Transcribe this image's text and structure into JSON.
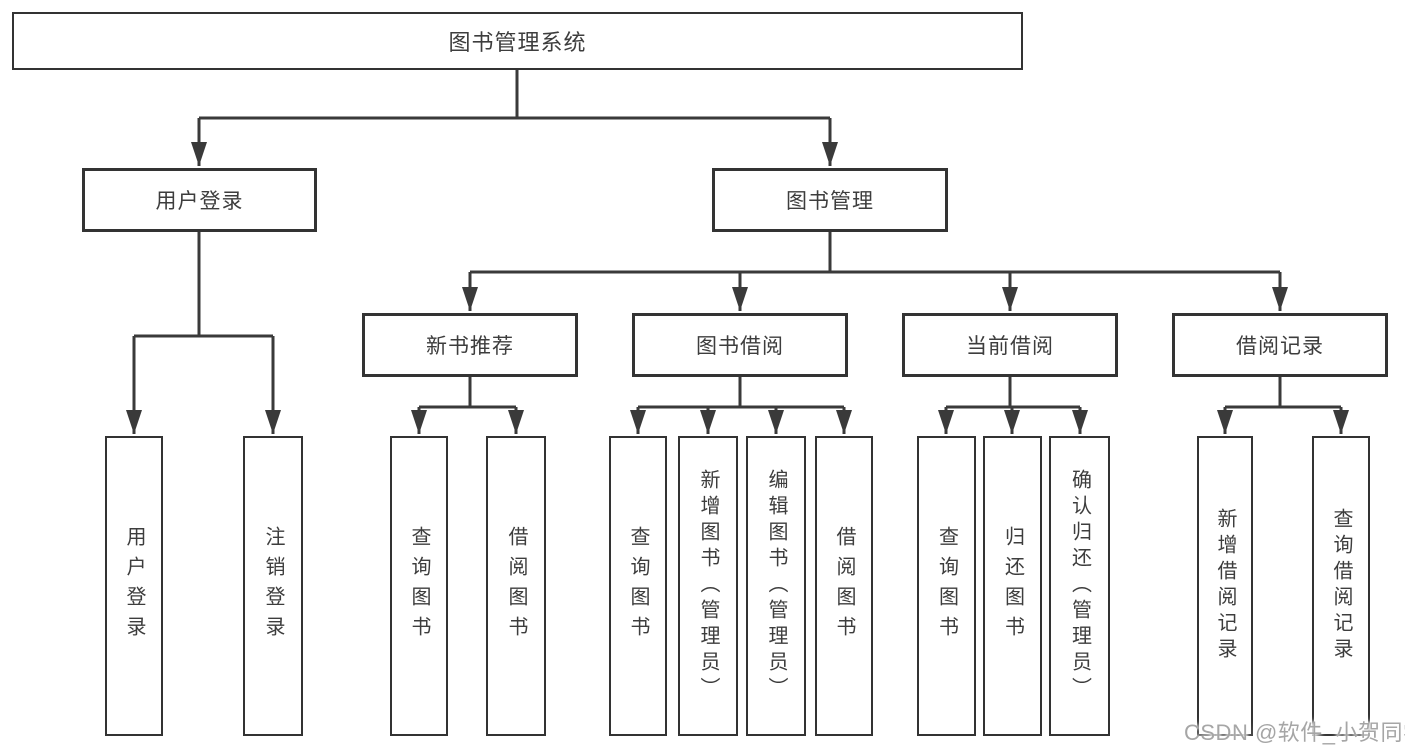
{
  "nodes": {
    "root": "图书管理系统",
    "user_login": "用户登录",
    "book_mgmt": "图书管理",
    "new_rec": "新书推荐",
    "book_borrow": "图书借阅",
    "current_borrow": "当前借阅",
    "borrow_records": "借阅记录",
    "leaf_user_login": "用户登录",
    "leaf_logout": "注销登录",
    "leaf_query_books_1": "查询图书",
    "leaf_borrow_books_1": "借阅图书",
    "leaf_query_books_2": "查询图书",
    "leaf_add_books": "新增图书（管理员）",
    "leaf_edit_books": "编辑图书（管理员）",
    "leaf_borrow_books_2": "借阅图书",
    "leaf_query_books_3": "查询图书",
    "leaf_return_books": "归还图书",
    "leaf_confirm_return": "确认归还（管理员）",
    "leaf_add_record": "新增借阅记录",
    "leaf_query_record": "查询借阅记录"
  },
  "structure": {
    "图书管理系统": {
      "用户登录": [
        "用户登录",
        "注销登录"
      ],
      "图书管理": {
        "新书推荐": [
          "查询图书",
          "借阅图书"
        ],
        "图书借阅": [
          "查询图书",
          "新增图书（管理员）",
          "编辑图书（管理员）",
          "借阅图书"
        ],
        "当前借阅": [
          "查询图书",
          "归还图书",
          "确认归还（管理员）"
        ],
        "借阅记录": [
          "新增借阅记录",
          "查询借阅记录"
        ]
      }
    }
  },
  "watermark": "CSDN @软件_小贺同学",
  "colors": {
    "line": "#3a3a3a",
    "box_border": "#333333",
    "text": "#3d3d3d",
    "watermark": "#a6a6a6",
    "background": "#ffffff"
  }
}
